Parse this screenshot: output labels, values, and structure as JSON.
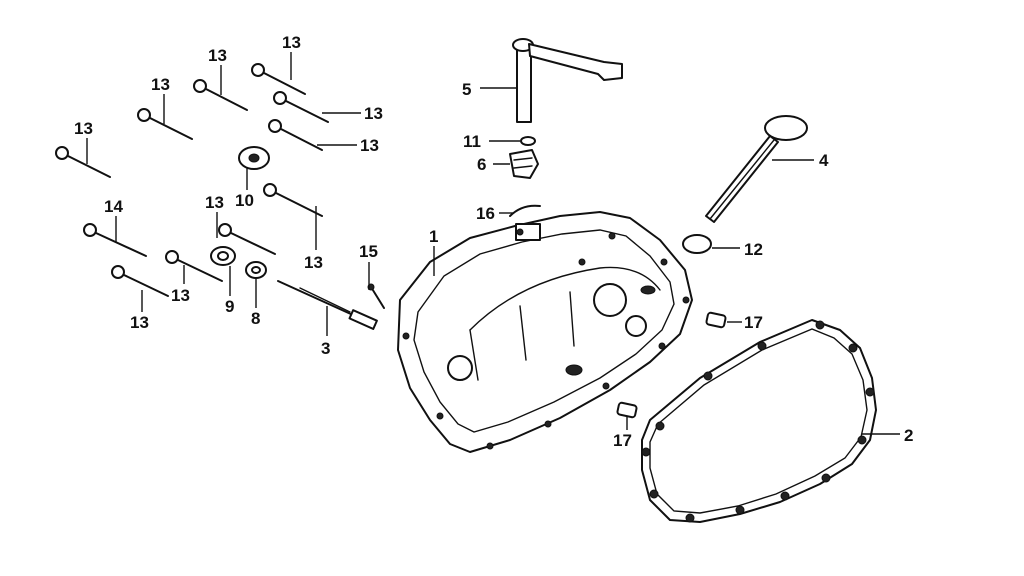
{
  "labels": {
    "p1": "1",
    "p2": "2",
    "p3": "3",
    "p4": "4",
    "p5": "5",
    "p6": "6",
    "p8": "8",
    "p9": "9",
    "p10": "10",
    "p11": "11",
    "p12": "12",
    "p13": "13",
    "p14": "14",
    "p15": "15",
    "p16": "16",
    "p17": "17"
  }
}
